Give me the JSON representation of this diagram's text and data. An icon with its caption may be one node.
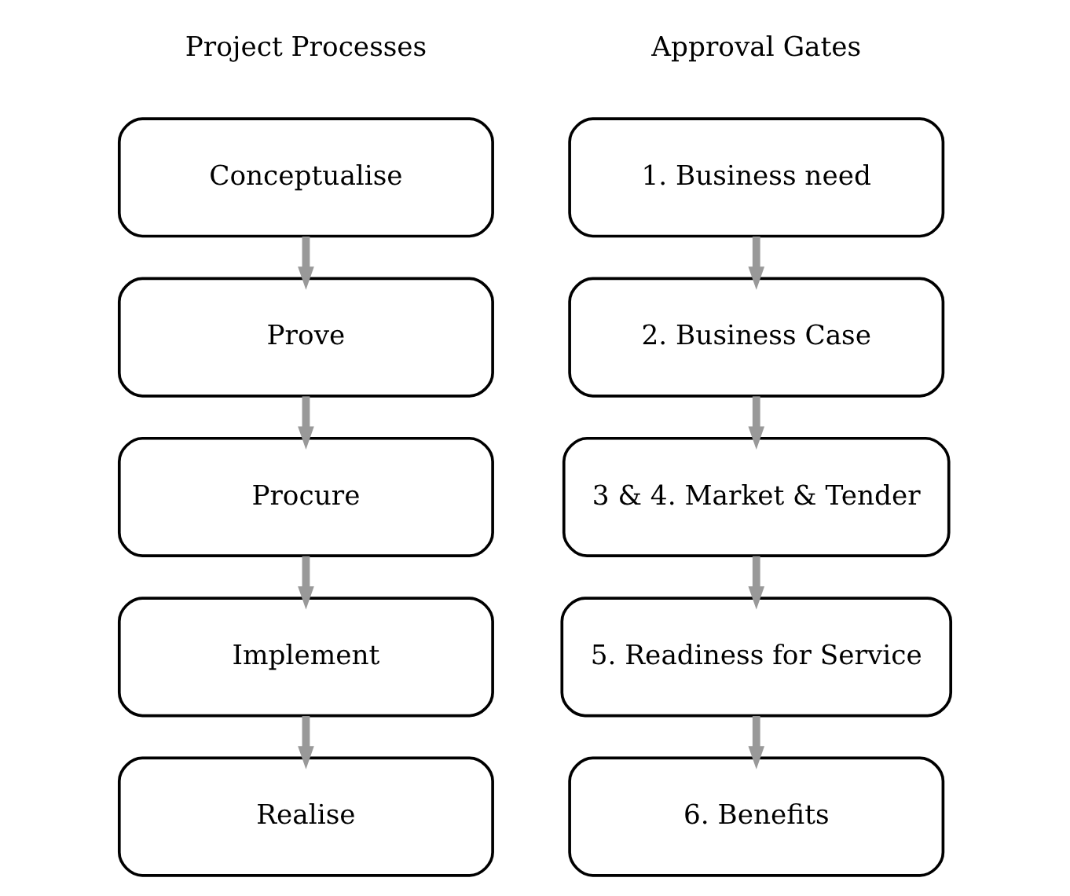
{
  "diagram": {
    "nodes": [
      {
        "text": [
          "Conceptualise"
        ]
      },
      {
        "text": [
          "Prove"
        ]
      },
      {
        "text": [
          "Procure"
        ]
      },
      {
        "text": [
          "Implement"
        ]
      },
      {
        "text": [
          "Realise"
        ]
      },
      {
        "text": [
          "1. Business need"
        ]
      },
      {
        "text": [
          "2. Business Case"
        ]
      },
      {
        "text": [
          "3 & 4. Market & Tender"
        ]
      },
      {
        "text": [
          "5. Readiness for Service"
        ]
      },
      {
        "text": [
          "6. Benefits"
        ]
      }
    ],
    "edges": [
      {
        "from": 0,
        "to": 1,
        "arrow": "to"
      },
      {
        "from": 1,
        "to": 2,
        "arrow": "to"
      },
      {
        "from": 2,
        "to": 3,
        "arrow": "to"
      },
      {
        "from": 3,
        "to": 4,
        "arrow": "to"
      },
      {
        "from": 5,
        "to": 6,
        "arrow": "to"
      },
      {
        "from": 6,
        "to": 7,
        "arrow": "to"
      },
      {
        "from": 7,
        "to": 8,
        "arrow": "to"
      },
      {
        "from": 8,
        "to": 9,
        "arrow": "to"
      }
    ],
    "labels": [
      "Project Processes",
      "Approval Gates"
    ]
  }
}
